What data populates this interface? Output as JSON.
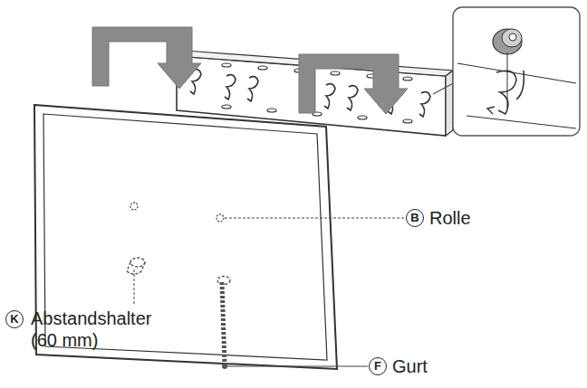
{
  "diagram": {
    "labels": [
      "B",
      "Rolle",
      "K",
      "Abstandshalter (60 mm)",
      "F",
      "Gurt"
    ]
  }
}
